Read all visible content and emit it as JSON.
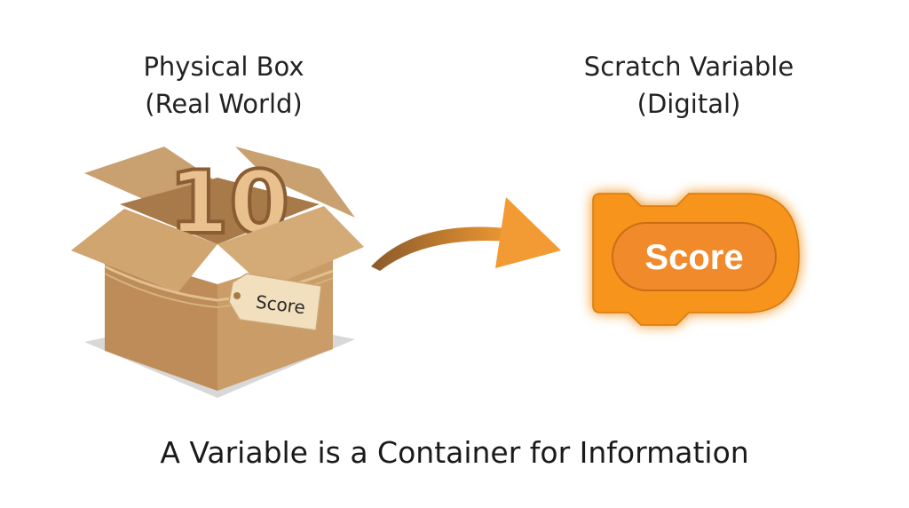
{
  "left": {
    "title_line1": "Physical Box",
    "title_line2": "(Real World)",
    "box_number": "10",
    "tag_label": "Score"
  },
  "right": {
    "title_line1": "Scratch Variable",
    "title_line2": "(Digital)",
    "block_label": "Score"
  },
  "caption": "A Variable is a Container for Information",
  "colors": {
    "cardboard": "#c49a68",
    "block_orange": "#f7941d",
    "arrow": "#d98a2e"
  }
}
